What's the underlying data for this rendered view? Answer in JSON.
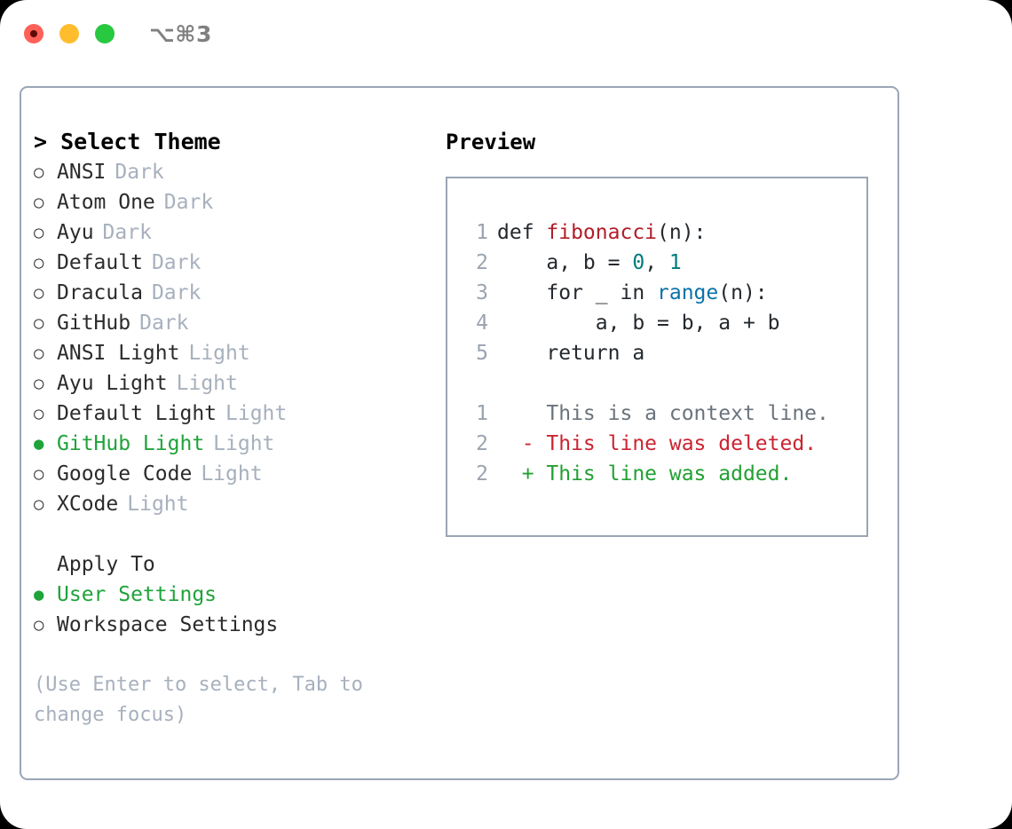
{
  "titlebar": {
    "shortcut": "⌥⌘3",
    "buttons": [
      "close",
      "minimize",
      "maximize"
    ]
  },
  "theme_selector": {
    "header": "> Select Theme",
    "cursor_glyph": ">",
    "bullet_unselected": "○",
    "bullet_selected": "●",
    "accent_color": "#1fa33a",
    "items": [
      {
        "name": "ANSI",
        "tag": "Dark",
        "selected": false
      },
      {
        "name": "Atom One",
        "tag": "Dark",
        "selected": false
      },
      {
        "name": "Ayu",
        "tag": "Dark",
        "selected": false
      },
      {
        "name": "Default",
        "tag": "Dark",
        "selected": false
      },
      {
        "name": "Dracula",
        "tag": "Dark",
        "selected": false
      },
      {
        "name": "GitHub",
        "tag": "Dark",
        "selected": false
      },
      {
        "name": "ANSI Light",
        "tag": "Light",
        "selected": false
      },
      {
        "name": "Ayu Light",
        "tag": "Light",
        "selected": false
      },
      {
        "name": "Default Light",
        "tag": "Light",
        "selected": false
      },
      {
        "name": "GitHub Light",
        "tag": "Light",
        "selected": true
      },
      {
        "name": "Google Code",
        "tag": "Light",
        "selected": false
      },
      {
        "name": "XCode",
        "tag": "Light",
        "selected": false
      }
    ]
  },
  "apply_to": {
    "header": "Apply To",
    "items": [
      {
        "name": "User Settings",
        "selected": true
      },
      {
        "name": "Workspace Settings",
        "selected": false
      }
    ]
  },
  "hint": "(Use Enter to select, Tab to change focus)",
  "preview": {
    "title": "Preview",
    "code_lines": [
      {
        "number": "1",
        "tokens": [
          {
            "text": "def ",
            "type": "plain"
          },
          {
            "text": "fibonacci",
            "type": "func"
          },
          {
            "text": "(n):",
            "type": "plain"
          }
        ]
      },
      {
        "number": "2",
        "tokens": [
          {
            "text": "    a, b = ",
            "type": "plain"
          },
          {
            "text": "0",
            "type": "num"
          },
          {
            "text": ", ",
            "type": "plain"
          },
          {
            "text": "1",
            "type": "num"
          }
        ]
      },
      {
        "number": "3",
        "tokens": [
          {
            "text": "    for _ in ",
            "type": "plain"
          },
          {
            "text": "range",
            "type": "call"
          },
          {
            "text": "(n):",
            "type": "plain"
          }
        ]
      },
      {
        "number": "4",
        "tokens": [
          {
            "text": "        a, b = b, a + b",
            "type": "plain"
          }
        ]
      },
      {
        "number": "5",
        "tokens": [
          {
            "text": "    return a",
            "type": "plain"
          }
        ]
      }
    ],
    "diff_lines": [
      {
        "number": "1",
        "marker": " ",
        "text": "This is a context line.",
        "kind": "context"
      },
      {
        "number": "2",
        "marker": "-",
        "text": "This line was deleted.",
        "kind": "del"
      },
      {
        "number": "2",
        "marker": "+",
        "text": "This line was added.",
        "kind": "add"
      }
    ],
    "colors": {
      "function": "#b31d28",
      "number": "#007b7b",
      "builtin": "#0a72a8",
      "deleted": "#cb2431",
      "added": "#22a033",
      "context": "#6a737d"
    }
  }
}
